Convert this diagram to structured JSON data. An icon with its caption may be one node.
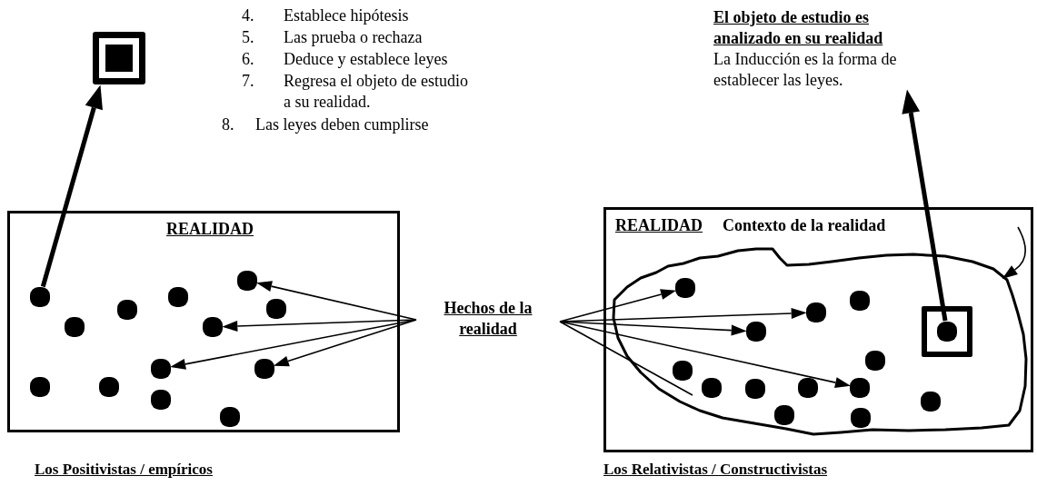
{
  "diagram": {
    "nodes": [
      {
        "text": [
          "REALIDAD"
        ]
      },
      {
        "text": [],
        "shape": "circle",
        "in": 0
      },
      {
        "text": [],
        "shape": "circle",
        "in": 0
      },
      {
        "text": [],
        "shape": "circle",
        "in": 0
      },
      {
        "text": [],
        "shape": "circle",
        "in": 0
      },
      {
        "text": [],
        "shape": "circle",
        "in": 0
      },
      {
        "text": [],
        "shape": "box"
      },
      {
        "text": [
          "Hechos de la realidad"
        ]
      },
      {
        "text": [
          "El objeto de estudio es analizado en su realidad",
          "La Inducción es la forma de establecer las leyes."
        ]
      },
      {
        "text": [
          "REALIDAD",
          "Contexto de la realidad"
        ]
      },
      {
        "text": [],
        "shape": "blob",
        "in": 9
      },
      {
        "text": [],
        "shape": "circle",
        "in": 10
      },
      {
        "text": [],
        "shape": "circle",
        "in": 10
      },
      {
        "text": [],
        "shape": "circle",
        "in": 10
      },
      {
        "text": [],
        "shape": "circle",
        "in": 10
      },
      {
        "text": [],
        "shape": "box",
        "in": 10
      },
      {
        "text": [],
        "shape": "circle",
        "in": 15
      },
      {
        "text": [],
        "shape": "circle",
        "in": 0
      },
      {
        "text": [],
        "shape": "circle",
        "in": 0
      },
      {
        "text": [],
        "shape": "circle",
        "in": 0
      },
      {
        "text": [],
        "shape": "circle",
        "in": 0
      },
      {
        "text": [],
        "shape": "circle",
        "in": 0
      },
      {
        "text": [],
        "shape": "circle",
        "in": 0
      },
      {
        "text": [],
        "shape": "circle",
        "in": 0
      },
      {
        "text": [],
        "shape": "circle",
        "in": 0
      },
      {
        "text": [],
        "shape": "circle",
        "in": 10
      },
      {
        "text": [],
        "shape": "circle",
        "in": 10
      },
      {
        "text": [],
        "shape": "circle",
        "in": 10
      },
      {
        "text": [],
        "shape": "circle",
        "in": 10
      },
      {
        "text": [],
        "shape": "circle",
        "in": 10
      },
      {
        "text": [],
        "shape": "circle",
        "in": 10
      },
      {
        "text": [],
        "shape": "circle",
        "in": 10
      },
      {
        "text": [],
        "shape": "circle",
        "in": 10
      },
      {
        "text": [],
        "shape": "circle",
        "in": 10
      }
    ],
    "edges": [
      {
        "from": 1,
        "to": 6,
        "arrow": "to",
        "style": "thick"
      },
      {
        "from": 7,
        "to": 2,
        "arrow": "to"
      },
      {
        "from": 7,
        "to": 3,
        "arrow": "to"
      },
      {
        "from": 7,
        "to": 4,
        "arrow": "to"
      },
      {
        "from": 7,
        "to": 5,
        "arrow": "to"
      },
      {
        "from": 7,
        "to": 11,
        "arrow": "to"
      },
      {
        "from": 7,
        "to": 12,
        "arrow": "to"
      },
      {
        "from": 7,
        "to": 13,
        "arrow": "to"
      },
      {
        "from": 7,
        "to": 14,
        "arrow": "to"
      },
      {
        "from": 7,
        "to": 10,
        "arrow": "none"
      },
      {
        "from": null,
        "to": 10,
        "arrow": "to"
      },
      {
        "from": 16,
        "to": 8,
        "arrow": "to",
        "style": "thick"
      }
    ],
    "labels": [
      "4.",
      "Establece hipótesis",
      "5.",
      "Las prueba o rechaza",
      "6.",
      "Deduce y establece leyes",
      "7.",
      "Regresa el objeto de estudio a su realidad.",
      "8.",
      "Las leyes deben cumplirse",
      "Los Positivistas / empíricos",
      "Los Relativistas / Constructivistas"
    ]
  }
}
